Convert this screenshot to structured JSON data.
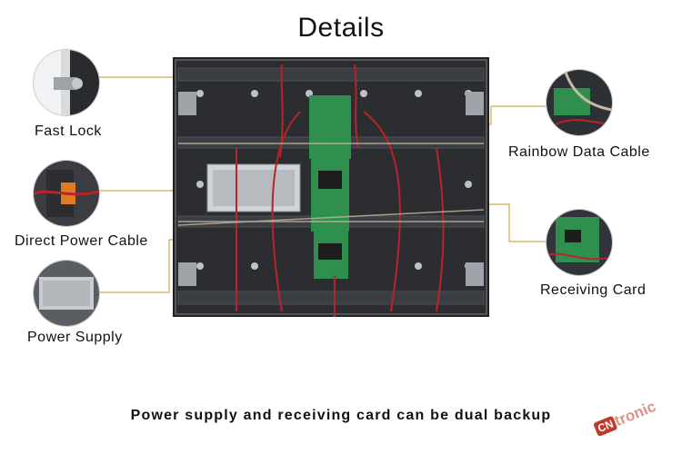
{
  "title": "Details",
  "caption": "Power supply and receiving card can be dual backup",
  "callouts": {
    "fast_lock": "Fast Lock",
    "direct_power_cable": "Direct Power Cable",
    "power_supply": "Power Supply",
    "rainbow_data_cable": "Rainbow Data Cable",
    "receiving_card": "Receiving Card"
  },
  "watermark": {
    "mark": "CN",
    "text": "tronic"
  },
  "colors": {
    "leader_line": "#d4a64a",
    "panel_dark": "#2b2d31",
    "pcb_green": "#2f8f4e",
    "cable_red": "#b8242a"
  }
}
